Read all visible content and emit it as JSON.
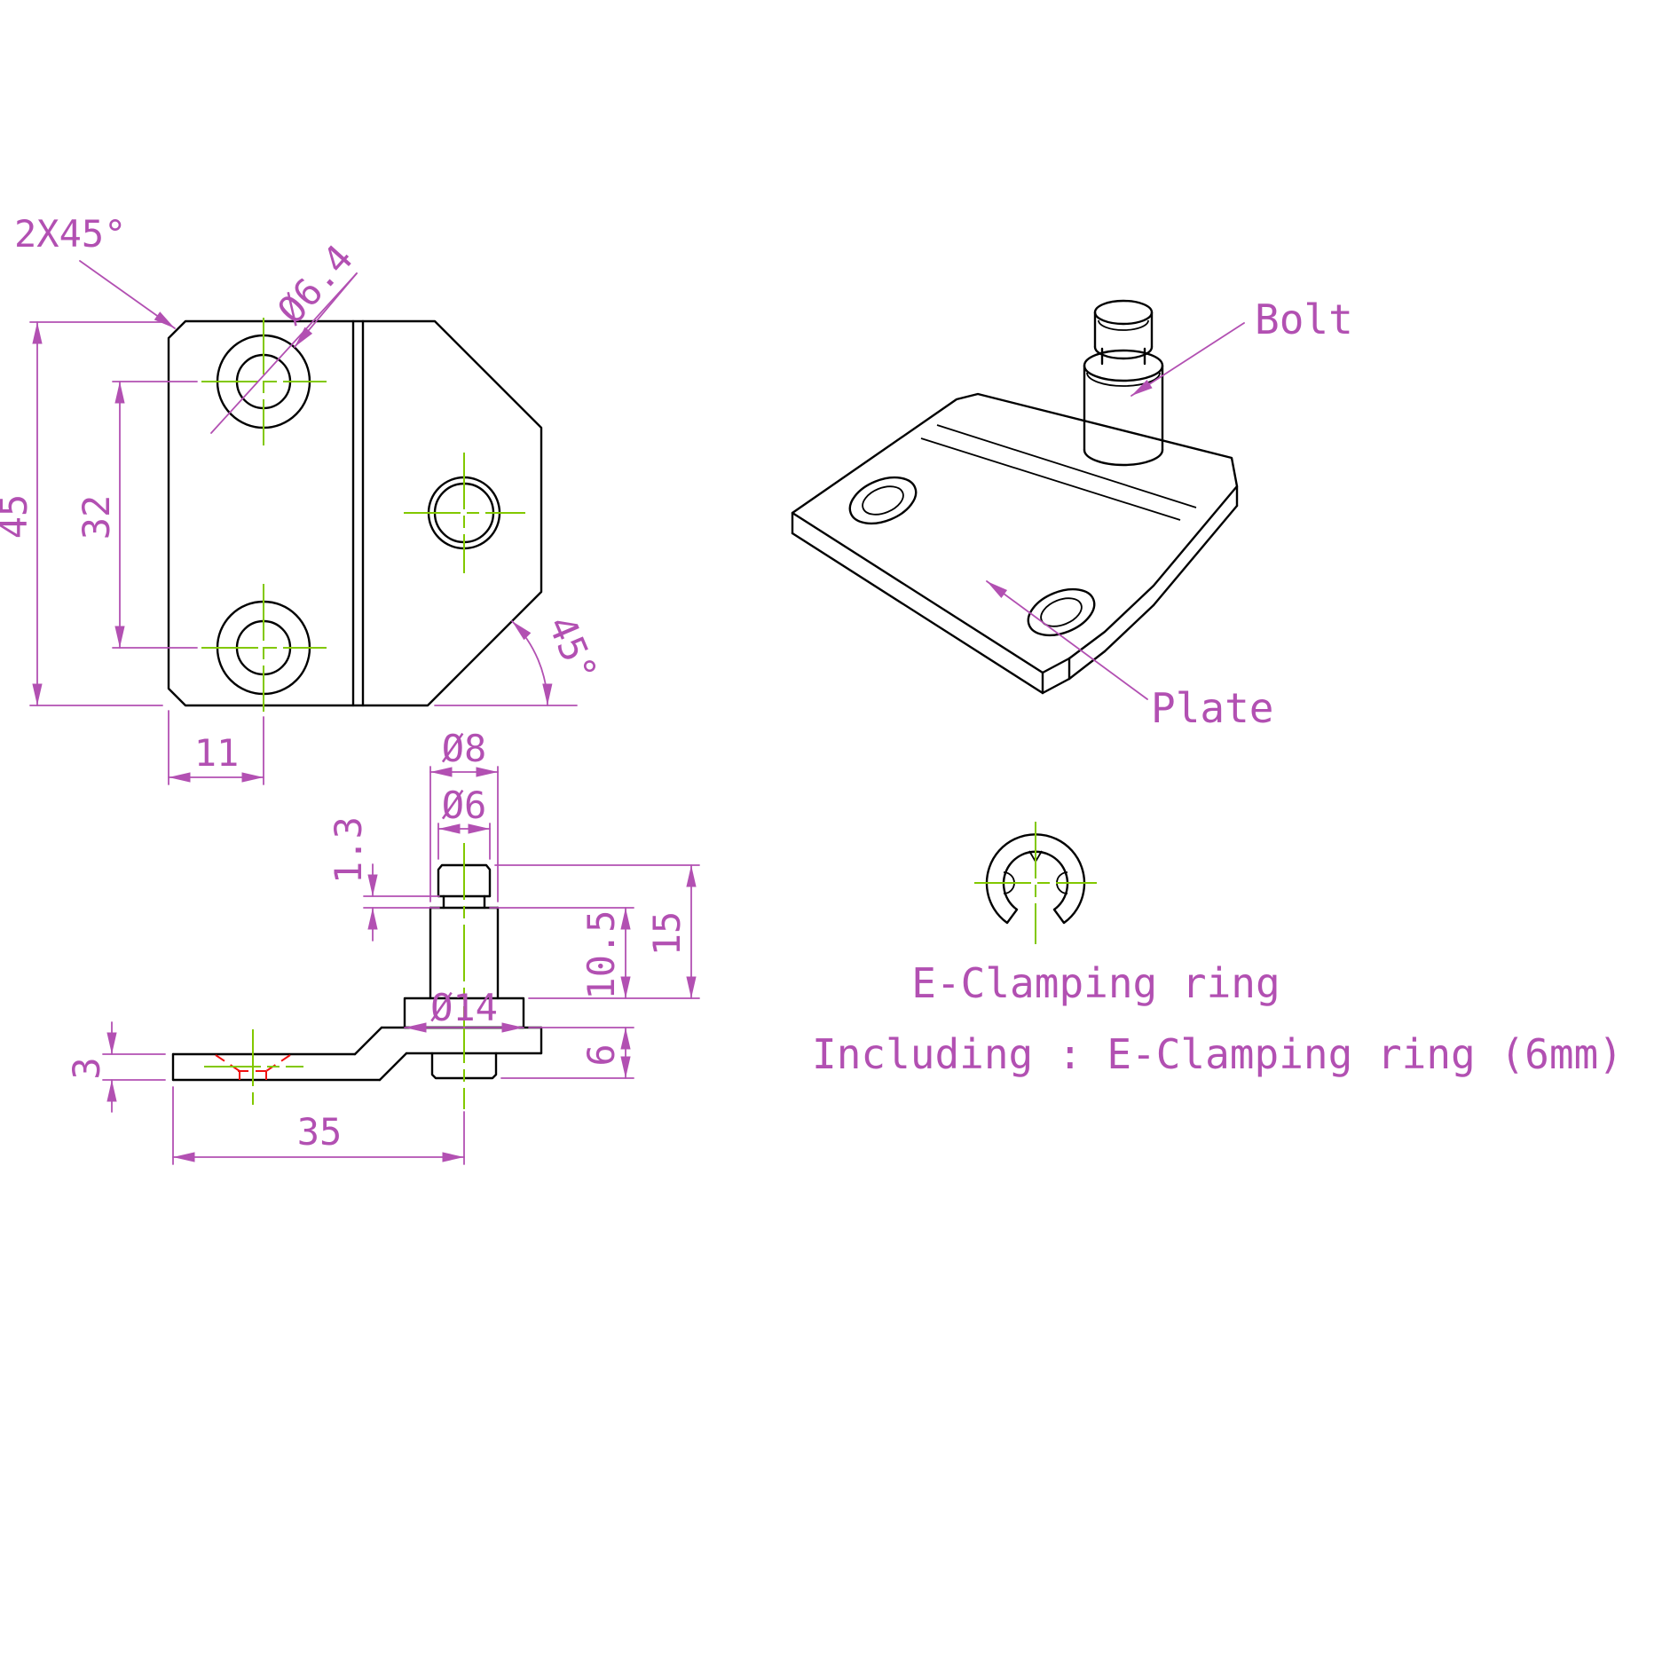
{
  "colors": {
    "geometry": "#000000",
    "dimension": "#b250b2",
    "centerline": "#82c800",
    "hidden": "#f01010",
    "background": "#ffffff"
  },
  "front_view": {
    "chamfer_label": "2X45°",
    "hole_dia_label": "Ø6.4",
    "height": "45",
    "hole_spacing": "32",
    "hole_offset": "11",
    "angle": "45°"
  },
  "iso_view": {
    "bolt_label": "Bolt",
    "plate_label": "Plate"
  },
  "side_view": {
    "dia_top": "Ø8",
    "dia_stud": "Ø6",
    "groove_width": "1.3",
    "stud_height": "15",
    "shoulder_height": "10.5",
    "boss_height": "6",
    "dia_flange": "Ø14",
    "plate_thickness": "3",
    "arm_length": "35"
  },
  "ring_view": {
    "title": "E-Clamping ring"
  },
  "note": "Including : E-Clamping ring (6mm)"
}
